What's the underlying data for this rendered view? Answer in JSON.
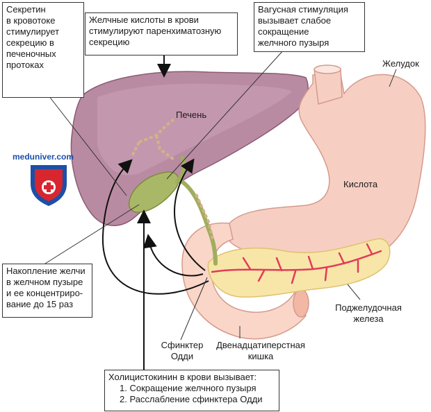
{
  "labels": {
    "secretin": [
      "Секретин",
      "в кровотоке",
      "стимулирует",
      "секрецию в",
      "печеночных",
      "протоках"
    ],
    "bile_acids": [
      "Желчные кислоты в крови",
      "стимулируют паренхиматозную",
      "секрецию"
    ],
    "vagal": [
      "Вагусная стимуляция",
      "вызывает слабое",
      "сокращение",
      "желчного пузыря"
    ],
    "stomach": "Желудок",
    "liver": "Печень",
    "acid": "Кислота",
    "bile_storage": [
      "Накопление желчи",
      "в желчном пузыре",
      "и ее концентриро-",
      "вание до 15 раз"
    ],
    "pancreas": [
      "Поджелудочная",
      "железа"
    ],
    "sphincter": [
      "Сфинктер",
      "Одди"
    ],
    "duodenum": [
      "Двенадцатиперстная",
      "кишка"
    ],
    "cck_title": "Холицистокинин в крови вызывает:",
    "cck_items": [
      "1. Сокращение желчного пузыря",
      "2. Расслабление сфинктера Одди"
    ]
  },
  "watermark": "meduniver.com",
  "colors": {
    "liver": "#b07a93",
    "stomach": "#f6cfc2",
    "gallbladder": "#a9b866",
    "pancreas": "#f7e6a8",
    "duct": "#e23b5a"
  }
}
